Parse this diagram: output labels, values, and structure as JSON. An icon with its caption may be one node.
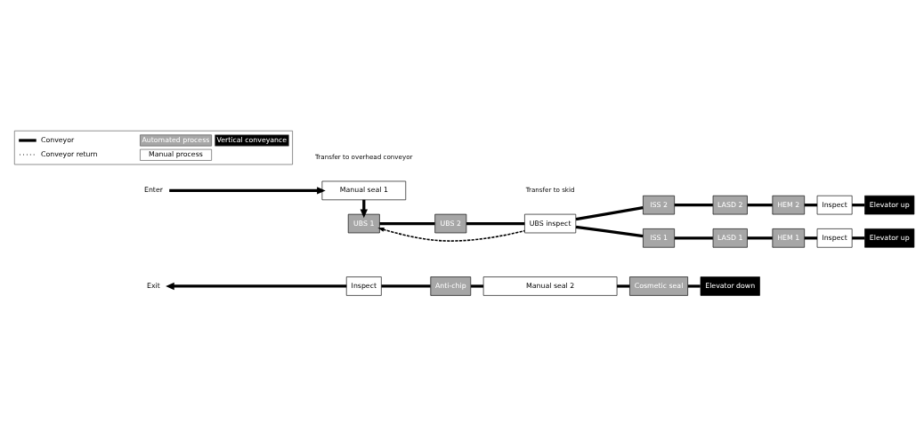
{
  "diagram": {
    "nodes": [
      {
        "text": [
          "Exit"
        ]
      },
      {
        "text": [
          "Inspect"
        ]
      },
      {
        "text": [
          "Anti-chip"
        ]
      },
      {
        "text": [
          "Manual seal 2"
        ]
      },
      {
        "text": [
          "Cosmetic seal"
        ]
      },
      {
        "text": [
          "Elevator down"
        ]
      },
      {
        "text": [
          "Enter"
        ]
      },
      {
        "text": [
          "Manual seal 1"
        ]
      },
      {
        "text": [
          "UBS 1"
        ]
      },
      {
        "text": [
          "UBS 2"
        ]
      },
      {
        "text": [
          "UBS inspect"
        ]
      },
      {
        "text": [
          "ISS 2"
        ]
      },
      {
        "text": [
          "LASD 2"
        ]
      },
      {
        "text": [
          "HEM 2"
        ]
      },
      {
        "text": [
          "Inspect"
        ]
      },
      {
        "text": [
          "Elevator up"
        ]
      },
      {
        "text": [
          "ISS 1"
        ]
      },
      {
        "text": [
          "LASD 1"
        ]
      },
      {
        "text": [
          "HEM 1"
        ]
      },
      {
        "text": [
          "Inspect"
        ]
      },
      {
        "text": [
          "Elevator up"
        ]
      }
    ],
    "edges": [
      {
        "from": 5,
        "to": 4,
        "arrow": "none"
      },
      {
        "from": 4,
        "to": 3,
        "arrow": "none"
      },
      {
        "from": 3,
        "to": 2,
        "arrow": "none"
      },
      {
        "from": 2,
        "to": 1,
        "arrow": "none"
      },
      {
        "from": 1,
        "to": 0,
        "arrow": "to"
      },
      {
        "from": 6,
        "to": 7,
        "arrow": "to"
      },
      {
        "from": 7,
        "to": 8,
        "arrow": "to"
      },
      {
        "from": 8,
        "to": 9,
        "arrow": "none"
      },
      {
        "from": 9,
        "to": 10,
        "arrow": "none"
      },
      {
        "from": 10,
        "to": 8,
        "arrow": "to",
        "style": "dashed"
      },
      {
        "from": 10,
        "to": 11,
        "arrow": "none"
      },
      {
        "from": 10,
        "to": 16,
        "arrow": "none"
      },
      {
        "from": 11,
        "to": 12,
        "arrow": "none"
      },
      {
        "from": 12,
        "to": 13,
        "arrow": "none"
      },
      {
        "from": 13,
        "to": 14,
        "arrow": "none"
      },
      {
        "from": 14,
        "to": 15,
        "arrow": "none"
      },
      {
        "from": 16,
        "to": 17,
        "arrow": "none"
      },
      {
        "from": 17,
        "to": 18,
        "arrow": "none"
      },
      {
        "from": 18,
        "to": 19,
        "arrow": "none"
      },
      {
        "from": 19,
        "to": 20,
        "arrow": "none"
      }
    ],
    "labels": [
      "Transfer to overhead conveyor",
      "Transfer to skid"
    ],
    "legend": [
      {
        "text": "Conveyor"
      },
      {
        "text": "Conveyor return"
      },
      {
        "text": "Automated process",
        "color": "#a6a6a6"
      },
      {
        "text": "Vertical conveyance",
        "color": "#000000"
      },
      {
        "text": "Manual process",
        "color": "#ffffff"
      }
    ]
  }
}
